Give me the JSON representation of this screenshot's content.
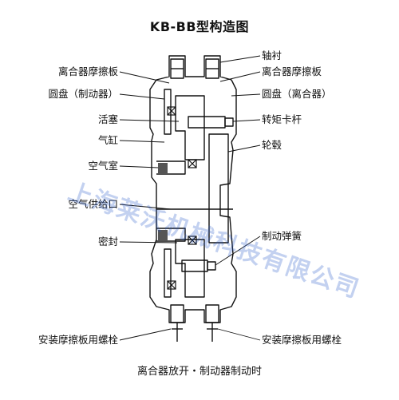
{
  "title": "KB-BB型构造图",
  "caption": "离合器放开・制动器制动时",
  "labels": {
    "left": {
      "clutch_friction_plate": "离合器摩擦板",
      "disc_brake": "圆盘（制动器）",
      "piston": "活塞",
      "cylinder": "气缸",
      "air_chamber": "空气室",
      "air_supply_port": "空气供给口",
      "seal": "密封",
      "mount_bolt": "安装摩擦板用螺栓"
    },
    "right": {
      "bushing": "轴衬",
      "clutch_friction_plate": "离合器摩擦板",
      "disc_clutch": "圆盘（离合器）",
      "torque_rod": "转矩卡杆",
      "hub": "轮毂",
      "brake_spring": "制动弹簧",
      "mount_bolt": "安装摩擦板用螺栓"
    }
  },
  "watermark": "上海莱沃机械科技有限公司",
  "colors": {
    "line": "#111111",
    "watermark": "#3a64c8",
    "background": "#ffffff"
  }
}
